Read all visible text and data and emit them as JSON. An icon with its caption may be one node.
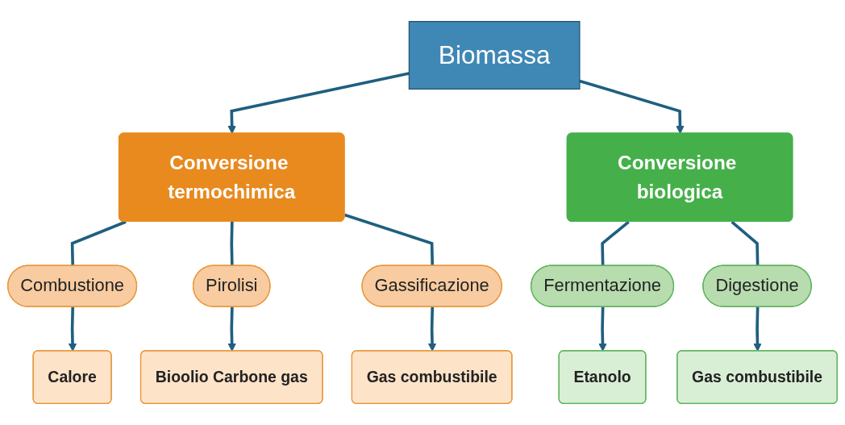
{
  "diagram": {
    "nodes": [
      {
        "text": [
          "Biomassa"
        ]
      },
      {
        "text": [
          "Conversione termochimica"
        ]
      },
      {
        "text": [
          "Conversione biologica"
        ]
      },
      {
        "text": [
          "Combustione"
        ]
      },
      {
        "text": [
          "Pirolisi"
        ]
      },
      {
        "text": [
          "Gassificazione"
        ]
      },
      {
        "text": [
          "Fermentazione"
        ]
      },
      {
        "text": [
          "Digestione"
        ]
      },
      {
        "text": [
          "Calore"
        ]
      },
      {
        "text": [
          "Bioolio Carbone gas"
        ]
      },
      {
        "text": [
          "Gas combustibile"
        ]
      },
      {
        "text": [
          "Etanolo"
        ]
      },
      {
        "text": [
          "Gas combustibile"
        ]
      }
    ],
    "edges": [
      {
        "from": 0,
        "to": 1,
        "arrow": "to"
      },
      {
        "from": 0,
        "to": 2,
        "arrow": "to"
      },
      {
        "from": 1,
        "to": 3,
        "arrow": "none"
      },
      {
        "from": 1,
        "to": 4,
        "arrow": "none"
      },
      {
        "from": 1,
        "to": 5,
        "arrow": "none"
      },
      {
        "from": 2,
        "to": 6,
        "arrow": "none"
      },
      {
        "from": 2,
        "to": 7,
        "arrow": "none"
      },
      {
        "from": 3,
        "to": 8,
        "arrow": "to"
      },
      {
        "from": 4,
        "to": 9,
        "arrow": "to"
      },
      {
        "from": 5,
        "to": 10,
        "arrow": "to"
      },
      {
        "from": 6,
        "to": 11,
        "arrow": "to"
      },
      {
        "from": 7,
        "to": 12,
        "arrow": "to"
      }
    ]
  }
}
